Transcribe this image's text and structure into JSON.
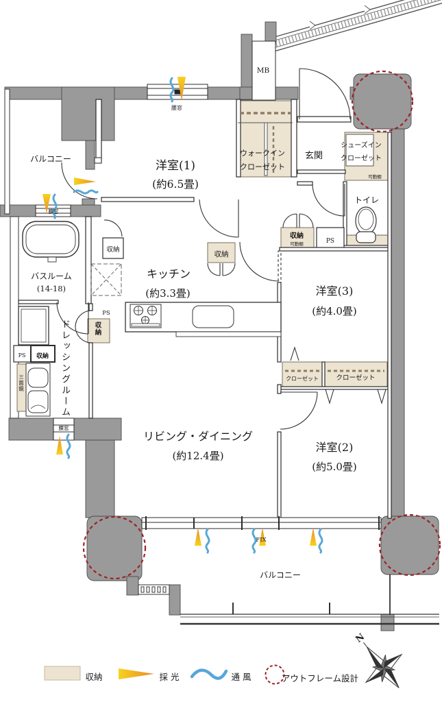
{
  "rooms": {
    "balcony_left": "バルコニー",
    "balcony_bottom": "バルコニー",
    "western1": {
      "name": "洋室(1)",
      "size": "(約6.5畳)"
    },
    "western2": {
      "name": "洋室(2)",
      "size": "(約5.0畳)"
    },
    "western3": {
      "name": "洋室(3)",
      "size": "(約4.0畳)"
    },
    "living_dining": {
      "name": "リビング・ダイニング",
      "size": "(約12.4畳)"
    },
    "kitchen": {
      "name": "キッチン",
      "size": "(約3.3畳)"
    },
    "bathroom": {
      "name": "バスルーム",
      "size": "(14-18)"
    },
    "dressing_room": "ドレッシングルーム",
    "entrance": "玄関",
    "toilet": "トイレ",
    "walk_in_closet": {
      "line1": "ウォークイン",
      "line2": "クローゼット"
    },
    "shoes_in_closet": {
      "line1": "シューズイン",
      "line2": "クローゼット"
    },
    "closet": "クローゼット",
    "meter_box": "MB"
  },
  "labels": {
    "storage": "収納",
    "movable_shelf": "可動棚",
    "pipe_space": "PS",
    "waist_window": "腰窓",
    "fixed_window": "FIX",
    "triple_mirror": "三面鏡",
    "north": "N"
  },
  "legend": {
    "storage": "収納",
    "daylight": "採 光",
    "ventilation": "通 風",
    "outframe": "アウトフレーム設計"
  },
  "colors": {
    "wall_gray": "#9a9a9a",
    "storage_beige": "#ece3d1",
    "daylight_yellow": "#f7d21e",
    "daylight_orange": "#e98b2a",
    "ventilation_blue": "#58a7d7",
    "outframe_red": "#9b2328"
  }
}
